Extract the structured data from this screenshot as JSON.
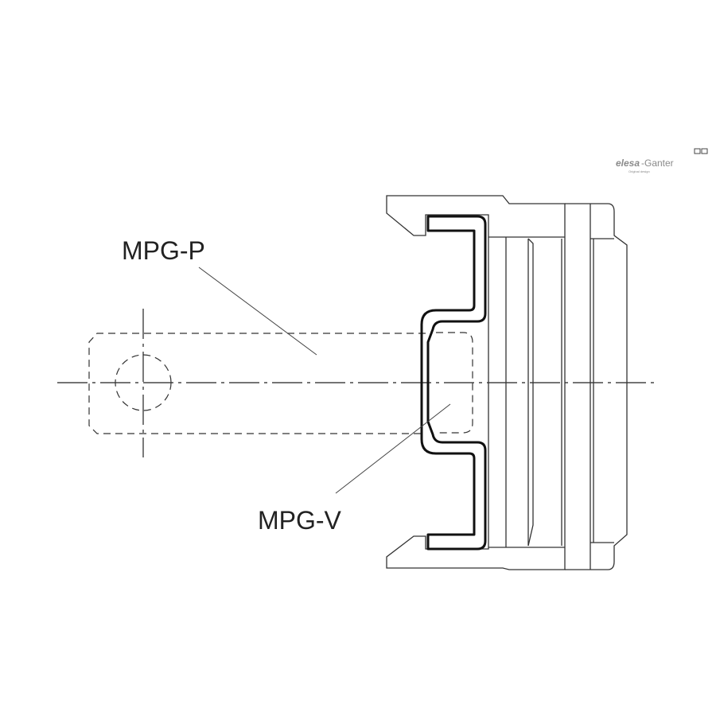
{
  "labels": {
    "part_p": "MPG-P",
    "part_v": "MPG-V"
  },
  "logo": {
    "brand_left": "elesa",
    "brand_right": "-Ganter",
    "tagline": "Original design"
  },
  "colors": {
    "line": "#333333",
    "label": "#222222",
    "logo": "#8a8a8a"
  }
}
